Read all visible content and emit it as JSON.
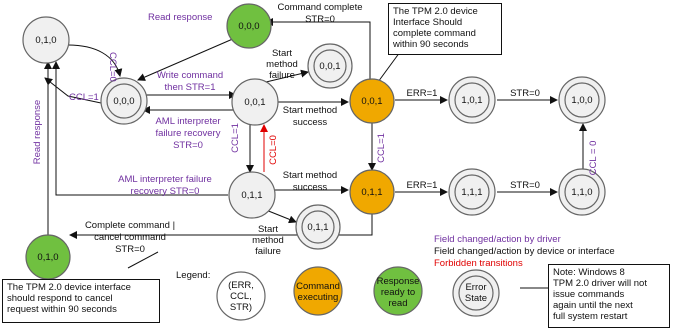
{
  "states": {
    "s010_left": "0,1,0",
    "s000_green": "0,0,0",
    "s000_center": "0,0,0",
    "s001_small": "0,0,1",
    "s001_center": "0,0,1",
    "s001_orange": "0,0,1",
    "s101": "1,0,1",
    "s100": "1,0,0",
    "s011_center": "0,1,1",
    "s011_small": "0,1,1",
    "s011_orange": "0,1,1",
    "s111": "1,1,1",
    "s110": "1,1,0",
    "s010_green": "0,1,0"
  },
  "labels": {
    "read_response_top": "Read response",
    "command_complete": [
      "Command complete",
      "STR=0"
    ],
    "ccl0_top": "CCL=0",
    "ccl1_left": "CCL=1",
    "write_command": [
      "Write command",
      "then STR=1"
    ],
    "start_method_failure_top": [
      "Start",
      "method",
      "failure"
    ],
    "start_method_success_top": [
      "Start method",
      "success"
    ],
    "aml_failure_recovery_top": [
      "AML interpreter",
      "failure recovery",
      "STR=0"
    ],
    "ccl1_mid": "CCL=1",
    "ccl0_mid": "CCL=0",
    "err1_top": "ERR=1",
    "str0_top": "STR=0",
    "ccl1_right": "CCL=1",
    "ccl0_right": "CCL = 0",
    "read_response_left": "Read response",
    "aml_failure_recovery_bottom": [
      "AML interpreter failure",
      "recovery  STR=0"
    ],
    "start_method_success_bottom": [
      "Start method",
      "success"
    ],
    "start_method_failure_bottom": [
      "Start",
      "method",
      "failure"
    ],
    "err1_bottom": "ERR=1",
    "str0_bottom": "STR=0",
    "complete_cancel": [
      "Complete command |",
      "cancel command",
      "STR=0"
    ]
  },
  "notes": {
    "top_right": [
      "The TPM 2.0 device",
      "Interface Should",
      "complete command",
      "within 90 seconds"
    ],
    "bottom_left": [
      "The TPM 2.0 device interface",
      "should respond to cancel",
      "request within 90 seconds"
    ],
    "bottom_right": [
      "Note:  Windows 8",
      " TPM 2.0 driver will not",
      "issue commands",
      "again until the next",
      "full system restart"
    ]
  },
  "legend": {
    "title": "Legend:",
    "state_key": [
      "(ERR,",
      "CCL,",
      "STR)"
    ],
    "executing": [
      "Command",
      "executing"
    ],
    "ready": [
      "Response",
      "ready to",
      "read"
    ],
    "error": [
      "Error",
      "State"
    ],
    "driver_line": "Field changed/action by driver",
    "device_line": "Field changed/action by device or interface",
    "forbidden_line": "Forbidden transitions"
  },
  "colors": {
    "green": "#70c040",
    "orange": "#f0a800",
    "gray": "#f0f0f0",
    "purple": "#7030a0",
    "red": "#e00000"
  }
}
